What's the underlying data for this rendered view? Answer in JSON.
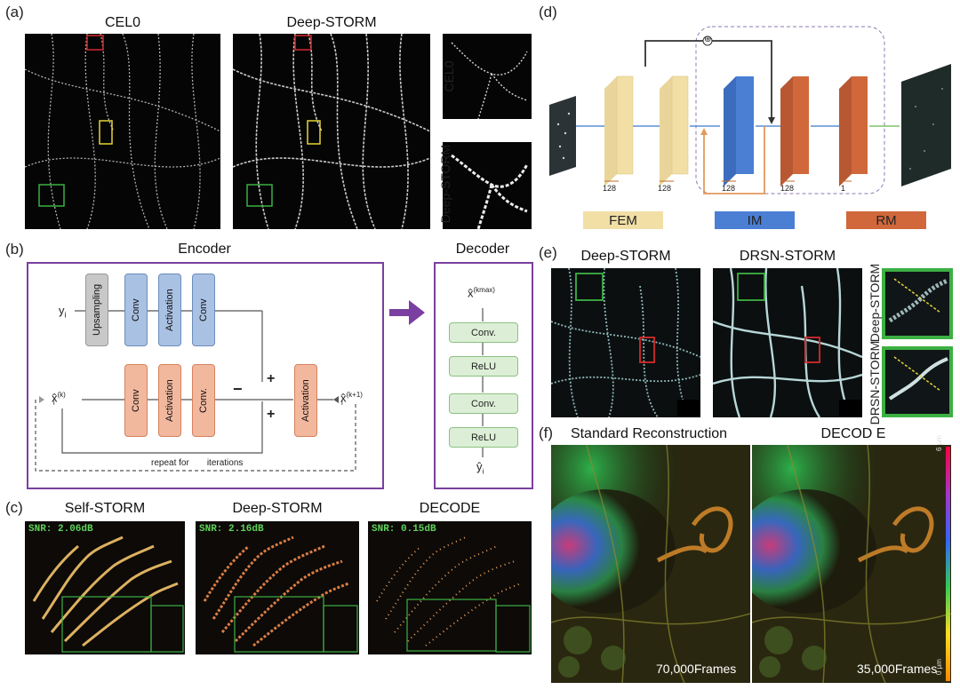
{
  "panels": {
    "a": {
      "label": "(a)",
      "title_left": "CEL0",
      "title_right": "Deep-STORM",
      "inset_top_label": "CEL0",
      "inset_bottom_label": "Deep-STORM"
    },
    "b": {
      "label": "(b)",
      "encoder_title": "Encoder",
      "decoder_title": "Decoder",
      "input_y": "y",
      "input_y_sub": "i",
      "upsampling": "Upsampling",
      "conv": "Conv",
      "activation": "Activation",
      "conv_dot": "Conv.",
      "x_k": "x̂",
      "x_k_sup": "(k)",
      "x_k1": "x̂",
      "x_k1_sup": "(k+1)",
      "x_sub": "i",
      "minus": "−",
      "plus": "+",
      "repeat_text_a": "repeat for",
      "repeat_text_b": "iterations",
      "decoder_top": "x̂",
      "decoder_top_sup": "(kmax)",
      "decoder_items": [
        "Conv.",
        "ReLU",
        "Conv.",
        "ReLU"
      ],
      "decoder_bottom": "ŷ",
      "decoder_bottom_sub": "i"
    },
    "c": {
      "label": "(c)",
      "titles": [
        "Self-STORM",
        "Deep-STORM",
        "DECODE"
      ],
      "snr": [
        "SNR: 2.06dB",
        "SNR: 2.16dB",
        "SNR: 0.15dB"
      ]
    },
    "d": {
      "label": "(d)",
      "channels": [
        "128",
        "128",
        "128",
        "128",
        "1"
      ],
      "plus_symbol": "⊕",
      "legend": [
        "FEM",
        "IM",
        "RM"
      ]
    },
    "e": {
      "label": "(e)",
      "title_left": "Deep-STORM",
      "title_right": "DRSN-STORM",
      "inset_top_label": "Deep-STORM",
      "inset_bottom_label": "DRSN-STORM"
    },
    "f": {
      "label": "(f)",
      "title_left": "Standard Reconstruction",
      "title_right": "DECOD E",
      "frames_left": "70,000Frames",
      "frames_right": "35,000Frames",
      "scale_top": "6 μm",
      "scale_bottom": "0 μm"
    }
  },
  "colors": {
    "frame_purple": "#7a3fa0",
    "conv_blue": "#a9c1e3",
    "conv_orange": "#f2b89e",
    "upsampling_gray": "#c8c8c8",
    "fem": "#f1dfa6",
    "im": "#4a7fd4",
    "rm": "#d0683b",
    "inset_red": "#d42a2a",
    "inset_green": "#3cb043",
    "inset_yellow": "#e5d53a"
  }
}
